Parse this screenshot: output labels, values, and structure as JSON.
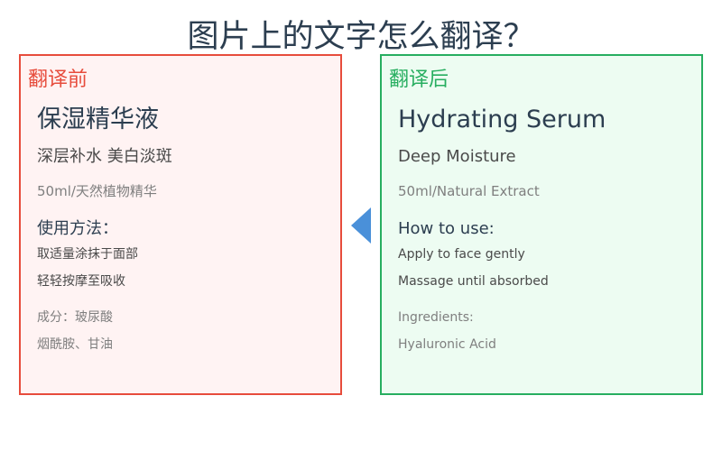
{
  "title": "图片上的文字怎么翻译？",
  "colors": {
    "before_accent": "#e74c3c",
    "before_background": "#fff3f3",
    "after_accent": "#27ae60",
    "after_background": "#edfcf2",
    "arrow": "#4a90d9",
    "title_text": "#2c3e50"
  },
  "before": {
    "label": "翻译前",
    "product_name": "保湿精华液",
    "tagline": "深层补水 美白淡斑",
    "spec": "50ml/天然植物精华",
    "usage_heading": "使用方法：",
    "usage_steps": [
      "取适量涂抹于面部",
      "轻轻按摩至吸收"
    ],
    "ingredients": [
      "成分：玻尿酸",
      "烟酰胺、甘油"
    ]
  },
  "after": {
    "label": "翻译后",
    "product_name": "Hydrating Serum",
    "tagline": "Deep Moisture",
    "spec": "50ml/Natural Extract",
    "usage_heading": "How to use:",
    "usage_steps": [
      "Apply to face gently",
      "Massage until absorbed"
    ],
    "ingredients": [
      "Ingredients:",
      "Hyaluronic Acid"
    ]
  },
  "arrow_icon": "triangle-left-arrow-icon"
}
